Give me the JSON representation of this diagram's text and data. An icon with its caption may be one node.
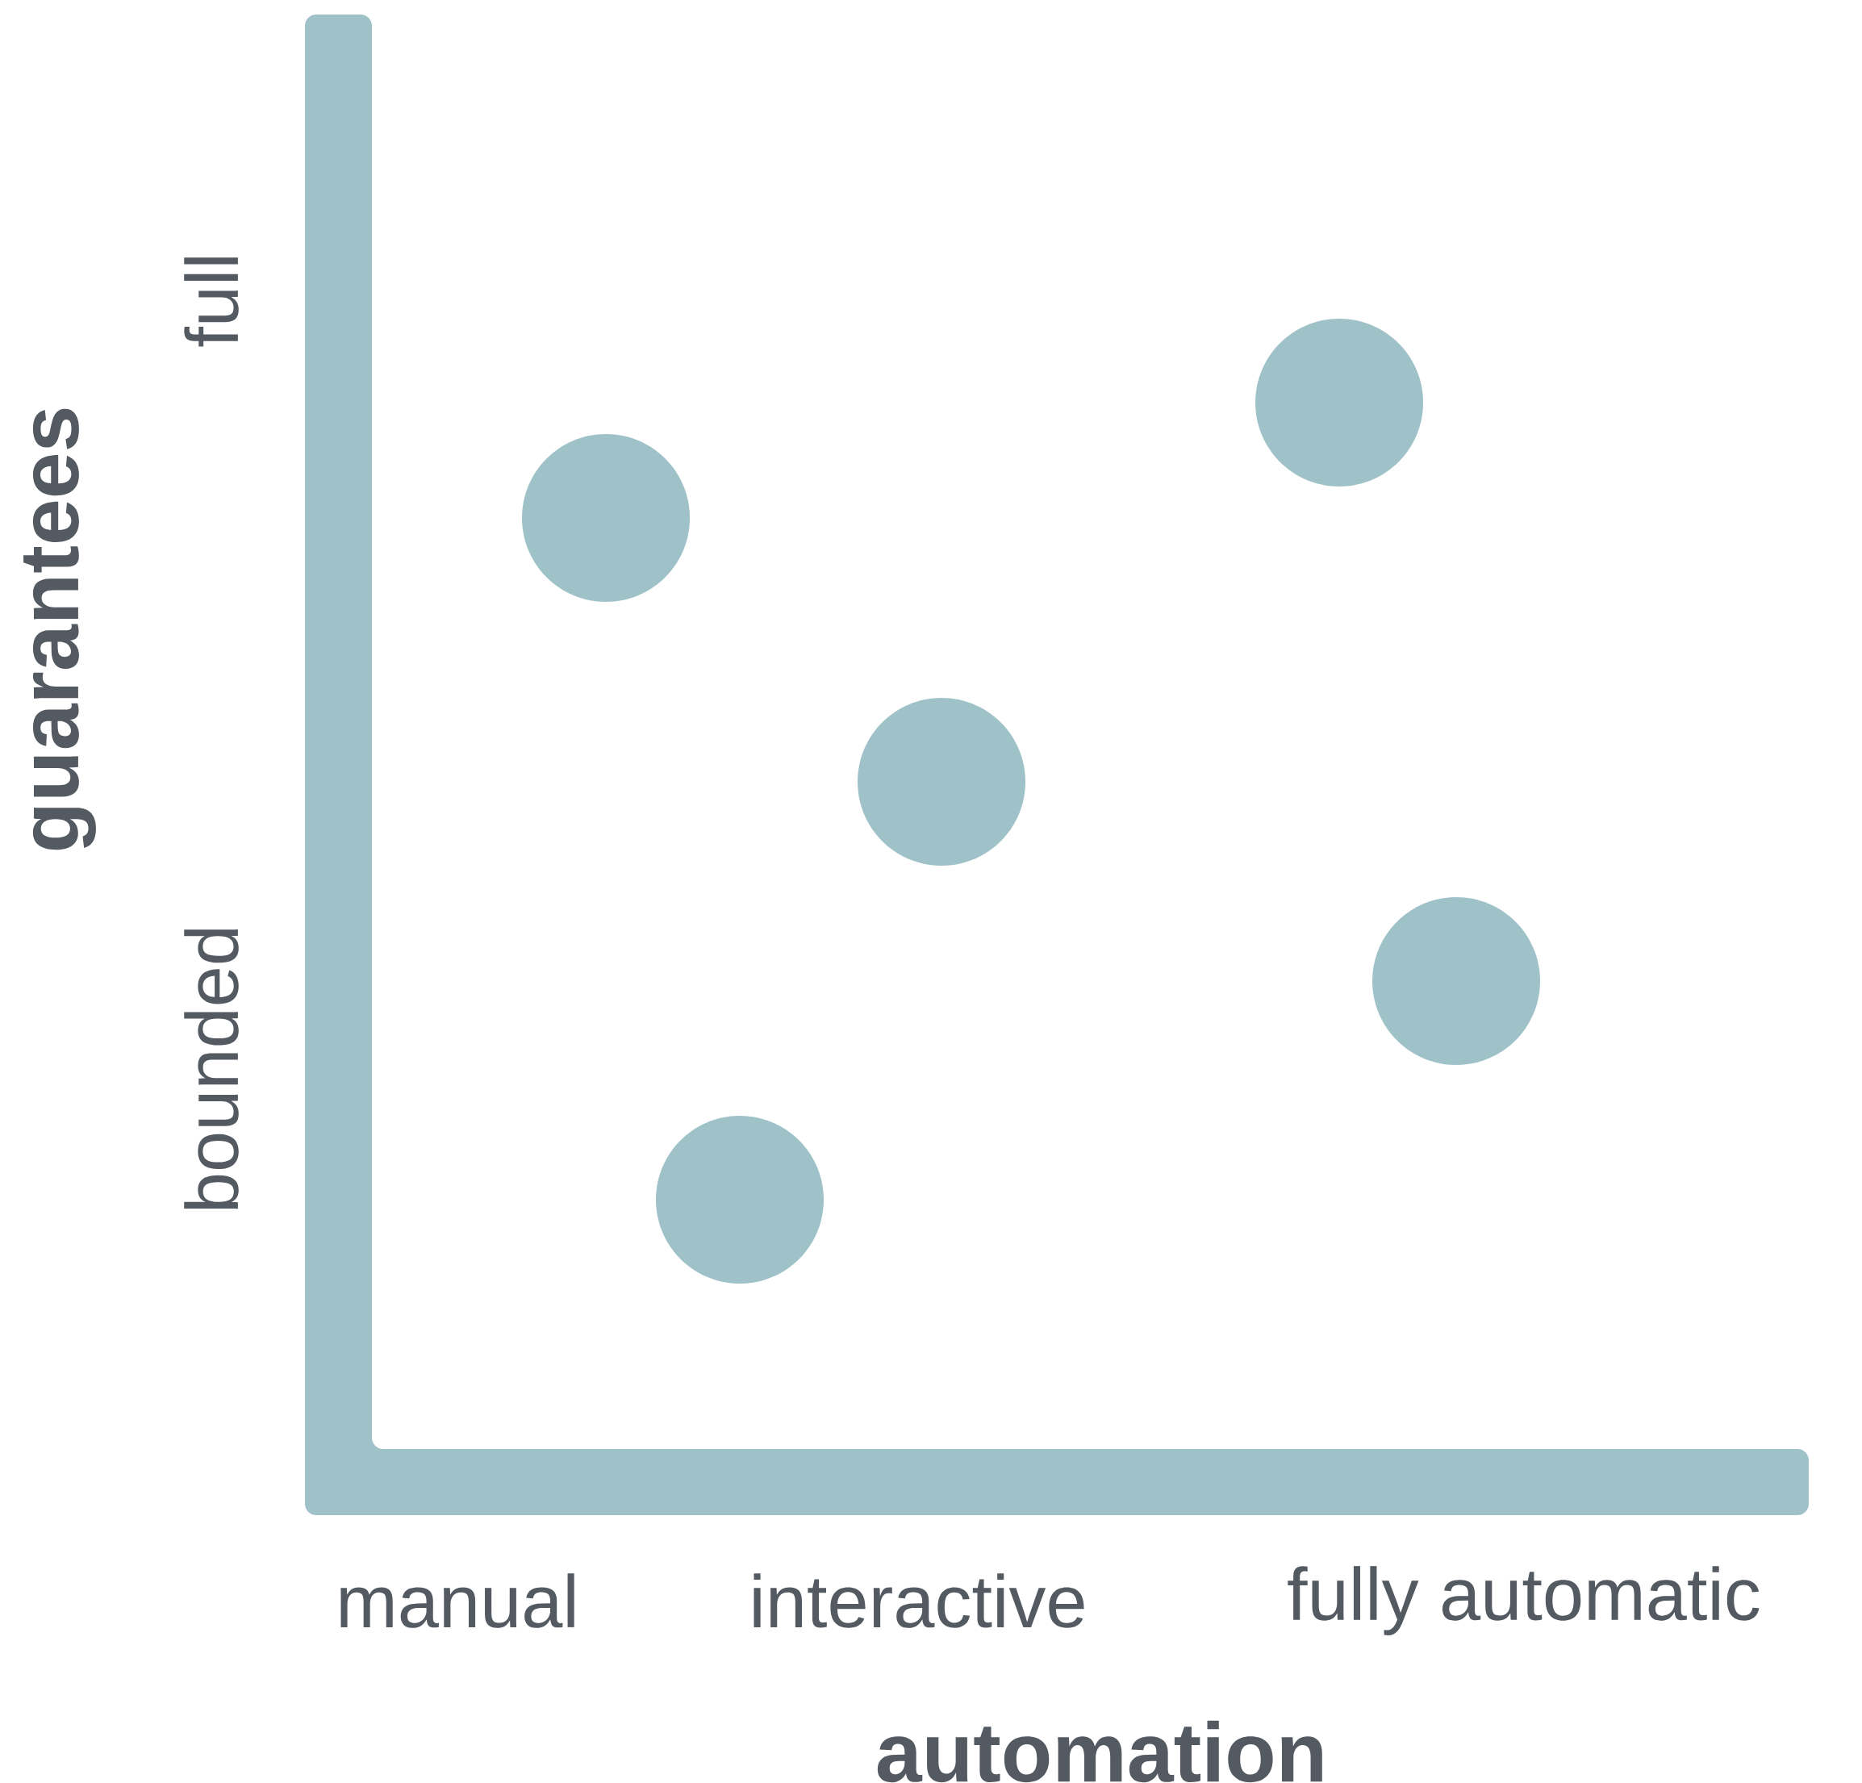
{
  "diagram": {
    "nodes": [
      {
        "text": [],
        "shape": "circle"
      },
      {
        "text": [],
        "shape": "circle"
      },
      {
        "text": [],
        "shape": "circle"
      },
      {
        "text": [],
        "shape": "circle"
      },
      {
        "text": [],
        "shape": "circle"
      }
    ],
    "labels": [
      "full",
      "bounded",
      "guarantees",
      "manual",
      "interactive",
      "fully automatic",
      "automation"
    ]
  }
}
